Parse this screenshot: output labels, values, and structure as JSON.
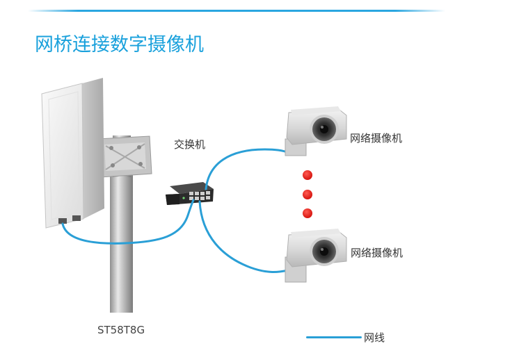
{
  "title": "网桥连接数字摄像机",
  "labels": {
    "switch": "交换机",
    "camera_top": "网络摄像机",
    "camera_bottom": "网络摄像机",
    "bridge_model": "ST58T8G",
    "legend_cable": "网线"
  },
  "colors": {
    "accent": "#1aa1dc",
    "cable": "#2a9fd6",
    "dot": "#e8201b"
  },
  "icons": [
    "bridge-antenna",
    "network-switch",
    "ip-camera",
    "ip-camera"
  ]
}
